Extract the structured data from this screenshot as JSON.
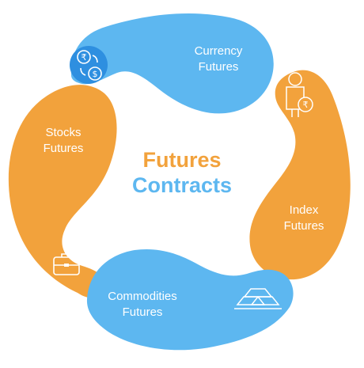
{
  "center_title": {
    "line1": "Futures",
    "line2": "Contracts"
  },
  "segments": [
    {
      "id": "currency",
      "label_line1": "Currency",
      "label_line2": "Futures",
      "icon": "currency-exchange-icon",
      "color": "#5DB7F0"
    },
    {
      "id": "index",
      "label_line1": "Index",
      "label_line2": "Futures",
      "icon": "investor-rupee-icon",
      "color": "#F2A23C"
    },
    {
      "id": "commodities",
      "label_line1": "Commodities",
      "label_line2": "Futures",
      "icon": "gold-bars-icon",
      "color": "#5DB7F0"
    },
    {
      "id": "stocks",
      "label_line1": "Stocks",
      "label_line2": "Futures",
      "icon": "briefcase-icon",
      "color": "#F2A23C"
    }
  ],
  "colors": {
    "blue": "#5DB7F0",
    "blue_dark": "#2E8FE0",
    "orange": "#F2A23C",
    "orange_dark": "#E0891F",
    "text_orange": "#F2A23C",
    "text_blue": "#5DB7F0"
  }
}
